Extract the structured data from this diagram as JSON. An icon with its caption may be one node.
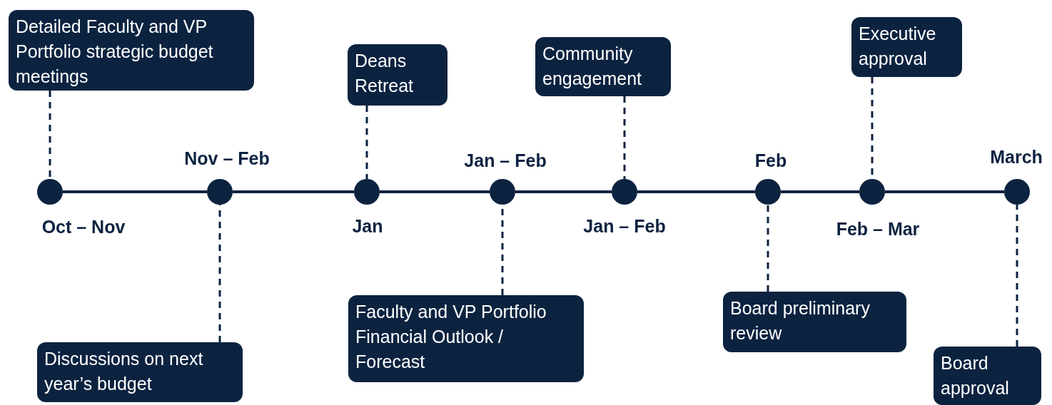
{
  "diagram": {
    "nodes": [
      {
        "text": [],
        "shape": "circle",
        "beside": [
          "Oct – Nov"
        ]
      },
      {
        "text": [],
        "shape": "circle",
        "beside": [
          "Nov – Feb"
        ]
      },
      {
        "text": [],
        "shape": "circle",
        "beside": [
          "Jan"
        ]
      },
      {
        "text": [],
        "shape": "circle",
        "beside": [
          "Jan – Feb"
        ]
      },
      {
        "text": [],
        "shape": "circle",
        "beside": [
          "Jan – Feb"
        ]
      },
      {
        "text": [],
        "shape": "circle",
        "beside": [
          "Feb"
        ]
      },
      {
        "text": [],
        "shape": "circle",
        "beside": [
          "Feb – Mar"
        ]
      },
      {
        "text": [],
        "shape": "circle",
        "beside": [
          "March"
        ]
      },
      {
        "text": [
          "Detailed Faculty and VP Portfolio strategic budget meetings"
        ]
      },
      {
        "text": [
          "Discussions on next year’s budget"
        ]
      },
      {
        "text": [
          "Deans Retreat"
        ]
      },
      {
        "text": [
          "Faculty and VP Portfolio Financial Outlook / Forecast"
        ]
      },
      {
        "text": [
          "Community engagement"
        ]
      },
      {
        "text": [
          "Board preliminary review"
        ]
      },
      {
        "text": [
          "Executive approval"
        ]
      },
      {
        "text": [
          "Board approval"
        ]
      }
    ],
    "edges": [
      {
        "from": 0,
        "to": 1,
        "arrow": "none"
      },
      {
        "from": 1,
        "to": 2,
        "arrow": "none"
      },
      {
        "from": 2,
        "to": 3,
        "arrow": "none"
      },
      {
        "from": 3,
        "to": 4,
        "arrow": "none"
      },
      {
        "from": 4,
        "to": 5,
        "arrow": "none"
      },
      {
        "from": 5,
        "to": 6,
        "arrow": "none"
      },
      {
        "from": 6,
        "to": 7,
        "arrow": "none"
      },
      {
        "from": 8,
        "to": 0,
        "arrow": "none",
        "style": "dashed"
      },
      {
        "from": 9,
        "to": 1,
        "arrow": "none",
        "style": "dashed"
      },
      {
        "from": 10,
        "to": 2,
        "arrow": "none",
        "style": "dashed"
      },
      {
        "from": 11,
        "to": 3,
        "arrow": "none",
        "style": "dashed"
      },
      {
        "from": 12,
        "to": 4,
        "arrow": "none",
        "style": "dashed"
      },
      {
        "from": 13,
        "to": 5,
        "arrow": "none",
        "style": "dashed"
      },
      {
        "from": 14,
        "to": 6,
        "arrow": "none",
        "style": "dashed"
      },
      {
        "from": 15,
        "to": 7,
        "arrow": "none",
        "style": "dashed"
      }
    ]
  }
}
